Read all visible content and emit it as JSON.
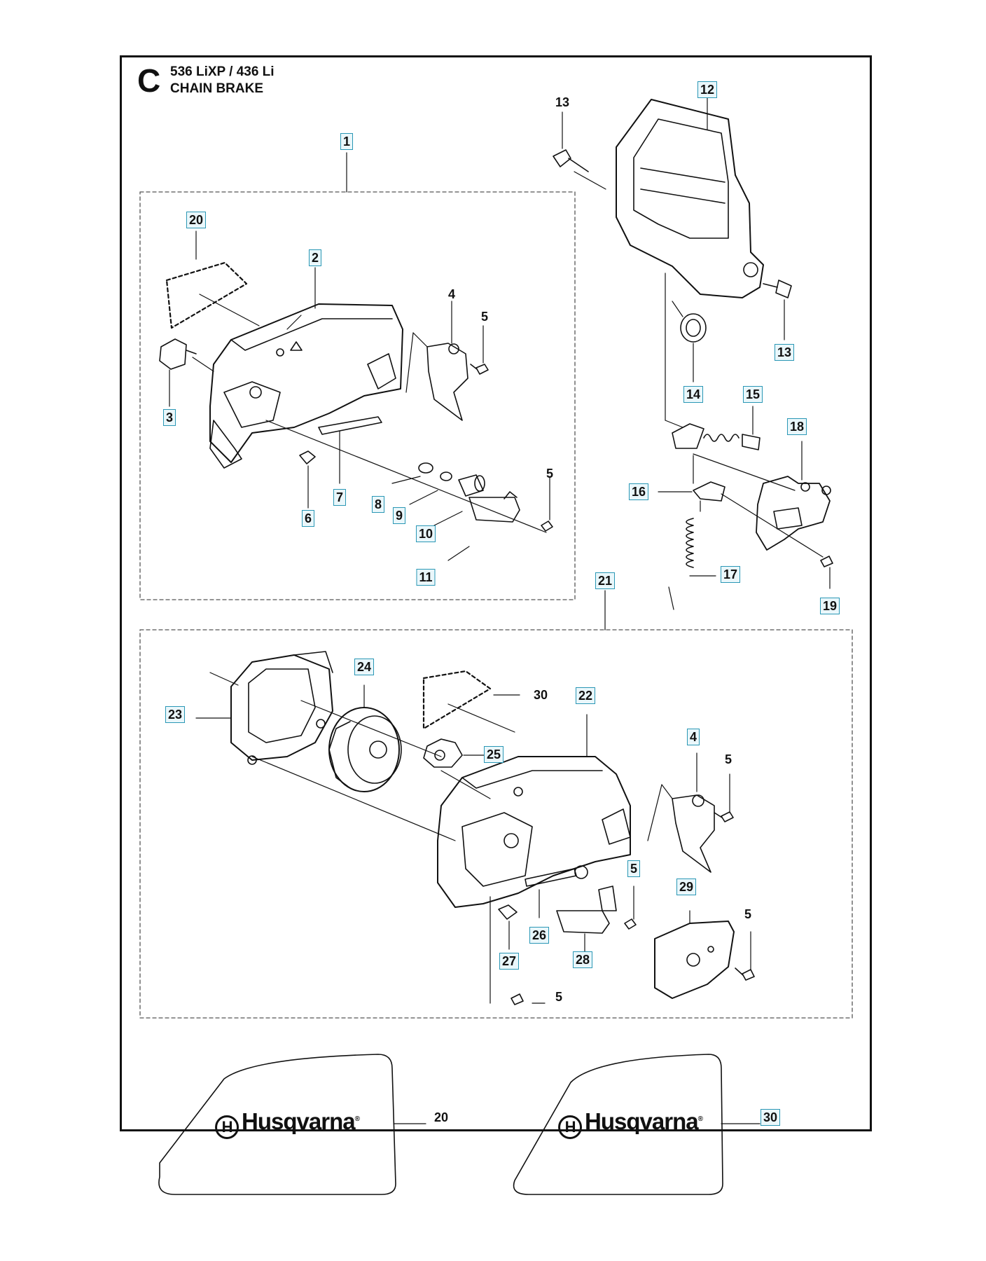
{
  "header": {
    "section_letter": "C",
    "model": "536 LiXP / 436 Li",
    "subtitle": "CHAIN BRAKE"
  },
  "callouts": [
    {
      "id": "c-1",
      "number": "1",
      "boxed": true
    },
    {
      "id": "c-2",
      "number": "2",
      "boxed": true
    },
    {
      "id": "c-3",
      "number": "3",
      "boxed": true
    },
    {
      "id": "c-4a",
      "number": "4",
      "boxed": false
    },
    {
      "id": "c-5a",
      "number": "5",
      "boxed": false
    },
    {
      "id": "c-5b",
      "number": "5",
      "boxed": false
    },
    {
      "id": "c-6",
      "number": "6",
      "boxed": true
    },
    {
      "id": "c-7",
      "number": "7",
      "boxed": true
    },
    {
      "id": "c-8",
      "number": "8",
      "boxed": true
    },
    {
      "id": "c-9",
      "number": "9",
      "boxed": true
    },
    {
      "id": "c-10",
      "number": "10",
      "boxed": true
    },
    {
      "id": "c-11",
      "number": "11",
      "boxed": true
    },
    {
      "id": "c-12",
      "number": "12",
      "boxed": true
    },
    {
      "id": "c-13a",
      "number": "13",
      "boxed": false
    },
    {
      "id": "c-13b",
      "number": "13",
      "boxed": true
    },
    {
      "id": "c-14",
      "number": "14",
      "boxed": true
    },
    {
      "id": "c-15",
      "number": "15",
      "boxed": true
    },
    {
      "id": "c-16",
      "number": "16",
      "boxed": true
    },
    {
      "id": "c-17",
      "number": "17",
      "boxed": true
    },
    {
      "id": "c-18",
      "number": "18",
      "boxed": true
    },
    {
      "id": "c-19",
      "number": "19",
      "boxed": true
    },
    {
      "id": "c-20a",
      "number": "20",
      "boxed": true
    },
    {
      "id": "c-21",
      "number": "21",
      "boxed": true
    },
    {
      "id": "c-22",
      "number": "22",
      "boxed": true
    },
    {
      "id": "c-23",
      "number": "23",
      "boxed": true
    },
    {
      "id": "c-24",
      "number": "24",
      "boxed": true
    },
    {
      "id": "c-30a",
      "number": "30",
      "boxed": false
    },
    {
      "id": "c-25",
      "number": "25",
      "boxed": true
    },
    {
      "id": "c-4b",
      "number": "4",
      "boxed": true
    },
    {
      "id": "c-5c",
      "number": "5",
      "boxed": false
    },
    {
      "id": "c-5d",
      "number": "5",
      "boxed": true
    },
    {
      "id": "c-29",
      "number": "29",
      "boxed": true
    },
    {
      "id": "c-5e",
      "number": "5",
      "boxed": false
    },
    {
      "id": "c-26",
      "number": "26",
      "boxed": true
    },
    {
      "id": "c-27",
      "number": "27",
      "boxed": true
    },
    {
      "id": "c-28",
      "number": "28",
      "boxed": true
    },
    {
      "id": "c-5f",
      "number": "5",
      "boxed": false
    },
    {
      "id": "c-20b",
      "number": "20",
      "boxed": false
    },
    {
      "id": "c-30b",
      "number": "30",
      "boxed": true
    }
  ],
  "decals": [
    {
      "id": "decal-20",
      "brand": "Husqvarna",
      "mark": "H"
    },
    {
      "id": "decal-30",
      "brand": "Husqvarna",
      "mark": "H"
    }
  ]
}
